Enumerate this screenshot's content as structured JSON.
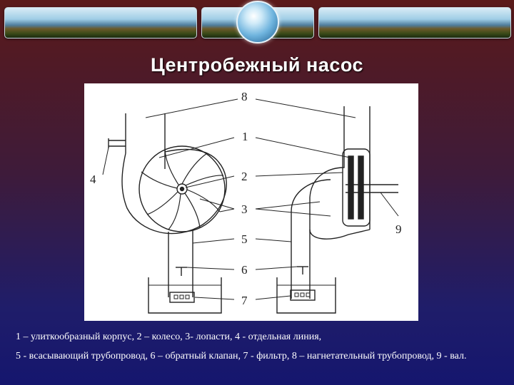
{
  "slide": {
    "title": "Центробежный насос"
  },
  "diagram": {
    "labels": [
      "8",
      "1",
      "4",
      "2",
      "3",
      "5",
      "6",
      "7",
      "9"
    ]
  },
  "legend": {
    "line1": "1 – улиткообразный корпус, 2 – колесо, 3- лопасти, 4 - отдельная линия,",
    "line2": "5 - всасывающий трубопровод, 6 – обратный клапан, 7 - фильтр, 8 – нагнетательный трубопровод, 9 - вал."
  }
}
